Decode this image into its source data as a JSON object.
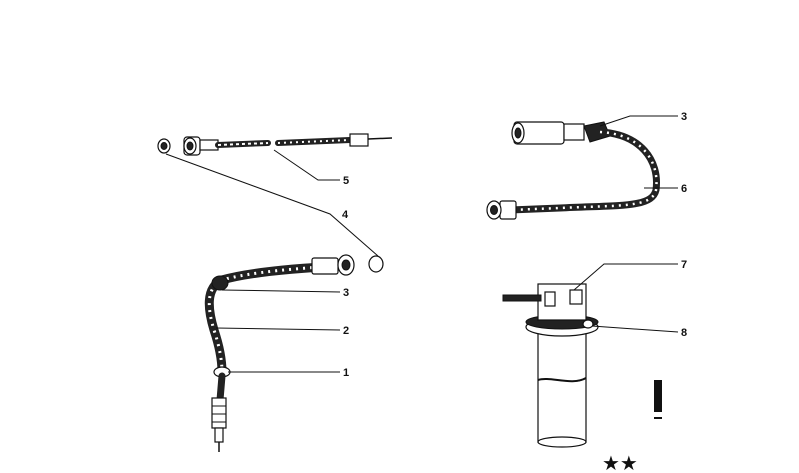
{
  "diagram": {
    "callouts": {
      "c1": "1",
      "c2": "2",
      "c3_left": "3",
      "c3_right": "3",
      "c4": "4",
      "c5": "5",
      "c6": "6",
      "c7": "7",
      "c8": "8"
    },
    "mark_glyph": "★★"
  }
}
